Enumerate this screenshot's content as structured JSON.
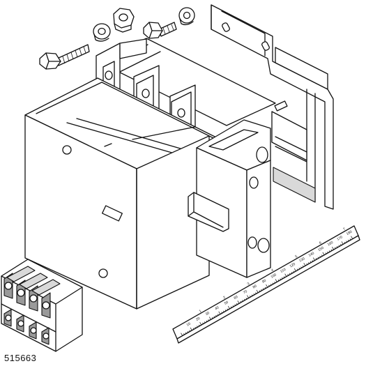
{
  "drawing_id": "515663",
  "ruler": {
    "cm_labels": [
      "1",
      "2",
      "3",
      "4",
      "5",
      "6",
      "7"
    ],
    "mm_labels": [
      "10",
      "20",
      "30",
      "40",
      "50",
      "60",
      "70",
      "80",
      "90",
      "100",
      "110",
      "120",
      "130",
      "140",
      "150",
      "160",
      "170",
      "180"
    ]
  }
}
